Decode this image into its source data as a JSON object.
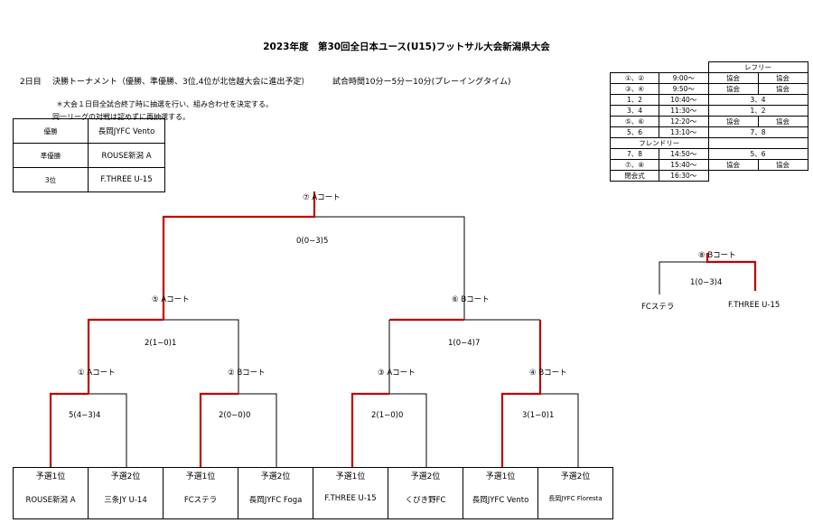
{
  "title": "2023年度　第30回全日本ユース(U15)フットサル大会新潟県大会",
  "day": "2日目",
  "description": "決勝トーナメント（優勝、準優勝、3位,4位が北信越大会に進出予定）",
  "match_time": "試合時間10分ー5分ー10分(プレーイングタイム)",
  "note1": "＊大会１日目全試合終了時に抽選を行い、組み合わせを決定する。",
  "note2": "同一リーグの対戦は認めずに再抽選する。",
  "results": [
    {
      "label": "優勝",
      "team": "長岡JYFC  Vento"
    },
    {
      "label": "準優勝",
      "team": "ROUSE新潟  A"
    },
    {
      "label": "3位",
      "team": "F.THREE  U-15"
    }
  ],
  "referee_table": {
    "header": "レフリー",
    "rows": [
      {
        "match": "①、②",
        "time": "9:00～",
        "r1": "協会",
        "r2": "協会"
      },
      {
        "match": "③、④",
        "time": "9:50～",
        "r1": "協会",
        "r2": "協会"
      },
      {
        "match": "1、2",
        "time": "10:40～",
        "r": "3、4"
      },
      {
        "match": "3、4",
        "time": "11:30～",
        "r": "1、2"
      },
      {
        "match": "⑤、⑥",
        "time": "12:20～",
        "r1": "協会",
        "r2": "協会"
      },
      {
        "match": "5、6",
        "time": "13:10～",
        "r": "7、8"
      },
      {
        "match": "フレンドリー"
      },
      {
        "match": "7、8",
        "time": "14:50～",
        "r": "5、6"
      },
      {
        "match": "⑦、⑧",
        "time": "15:40～",
        "r1": "協会",
        "r2": "協会"
      },
      {
        "match": "閉会式",
        "time": "16:30～"
      }
    ]
  },
  "matches": {
    "m7": {
      "label": "⑦ Aコート",
      "score": "0(0−3)5"
    },
    "m5": {
      "label": "⑤ Aコート",
      "score": "2(1−0)1"
    },
    "m6": {
      "label": "⑥ Bコート",
      "score": "1(0−4)7"
    },
    "m1": {
      "label": "① Aコート",
      "score": "5(4−3)4"
    },
    "m2": {
      "label": "② Bコート",
      "score": "2(0−0)0"
    },
    "m3": {
      "label": "③ Aコート",
      "score": "2(1−0)0"
    },
    "m4": {
      "label": "④ Bコート",
      "score": "3(1−0)1"
    },
    "m8": {
      "label": "⑧ Bコート",
      "score": "1(0−3)4",
      "left": "FCステラ",
      "right": "F.THREE  U-15"
    }
  },
  "teams": [
    {
      "rank": "予選1位",
      "name": "ROUSE新潟  A"
    },
    {
      "rank": "予選2位",
      "name": "三条JY  U-14"
    },
    {
      "rank": "予選1位",
      "name": "FCステラ"
    },
    {
      "rank": "予選2位",
      "name": "長岡JYFC  Foga"
    },
    {
      "rank": "予選1位",
      "name": "F.THREE U-15"
    },
    {
      "rank": "予選2位",
      "name": "くびき野FC"
    },
    {
      "rank": "予選1位",
      "name": "長岡JYFC  Vento"
    },
    {
      "rank": "予選2位",
      "name": "長岡JYFC  Floresta"
    }
  ]
}
